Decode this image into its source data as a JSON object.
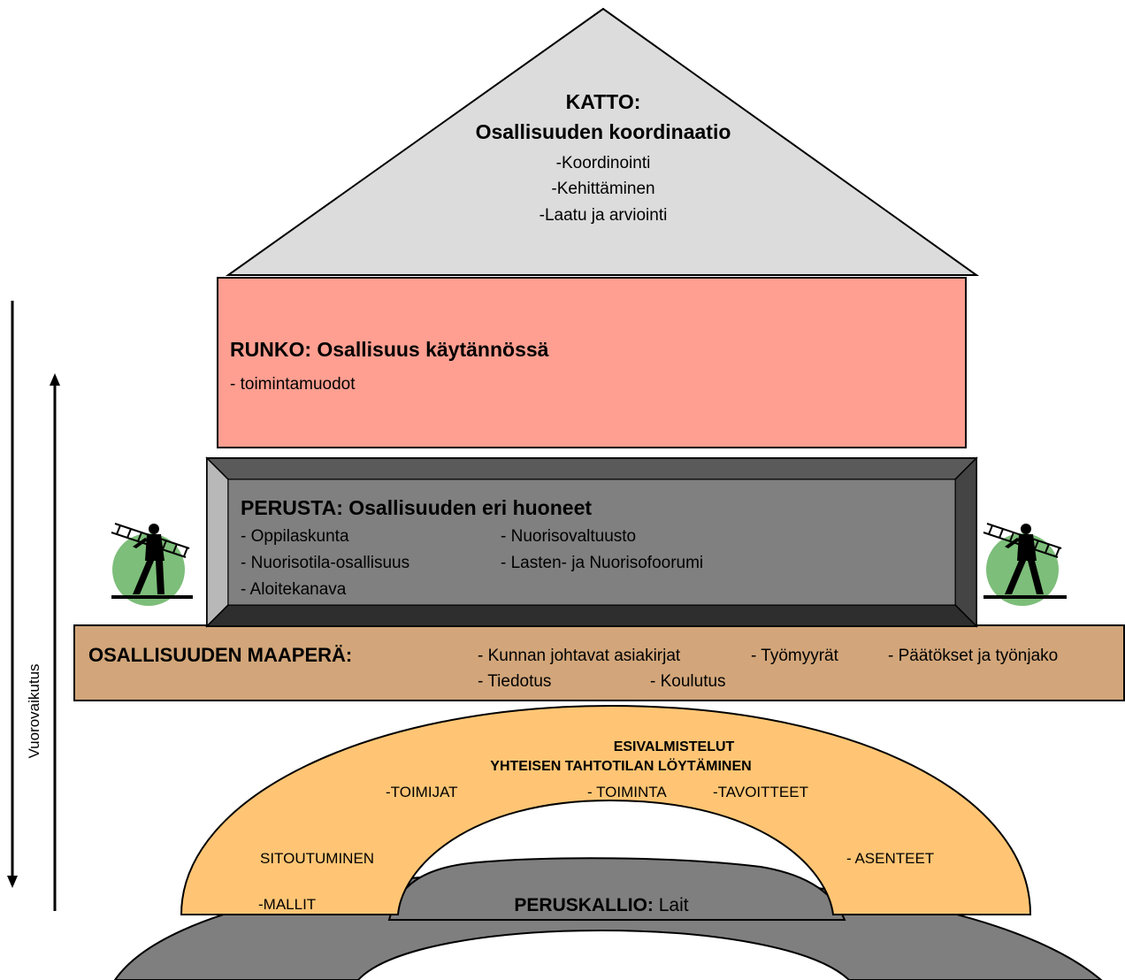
{
  "roof": {
    "heading": "KATTO:",
    "title": "Osallisuuden koordinaatio",
    "items": [
      "-Koordinointi",
      "-Kehittäminen",
      "-Laatu ja arviointi"
    ]
  },
  "body": {
    "title": "RUNKO: Osallisuus käytännössä",
    "item": "- toimintamuodot"
  },
  "foundation": {
    "title": "PERUSTA: Osallisuuden eri huoneet",
    "items_left": [
      "- Oppilaskunta",
      "- Nuorisotila-osallisuus",
      "- Aloitekanava"
    ],
    "items_right": [
      "- Nuorisovaltuusto",
      "- Lasten- ja Nuorisofoorumi"
    ]
  },
  "soil": {
    "title": "OSALLISUUDEN MAAPERÄ:",
    "row1": [
      "- Kunnan johtavat asiakirjat",
      "- Työmyyrät",
      "- Päätökset ja työnjako"
    ],
    "row2": [
      "- Tiedotus",
      "- Koulutus"
    ]
  },
  "arch": {
    "title1": "ESIVALMISTELUT",
    "title2": "YHTEISEN TAHTOTILAN LÖYTÄMINEN",
    "toimijat": "-TOIMIJAT",
    "toiminta": "- TOIMINTA",
    "tavoitteet": "-TAVOITTEET",
    "sitoutuminen": "SITOUTUMINEN",
    "asenteet": "- ASENTEET",
    "mallit": "-MALLIT"
  },
  "bedrock": {
    "label_bold": "PERUSKALLIO:",
    "label_rest": " Lait"
  },
  "side": {
    "label": "Vuorovaikutus"
  },
  "colors": {
    "roof": "#dcdcdc",
    "body": "#ff9f91",
    "foundation_face": "#808080",
    "soil": "#d2a67a",
    "arch": "#ffc574",
    "bedrock": "#7f7f7f",
    "worker_circle": "#7dbe7a"
  }
}
